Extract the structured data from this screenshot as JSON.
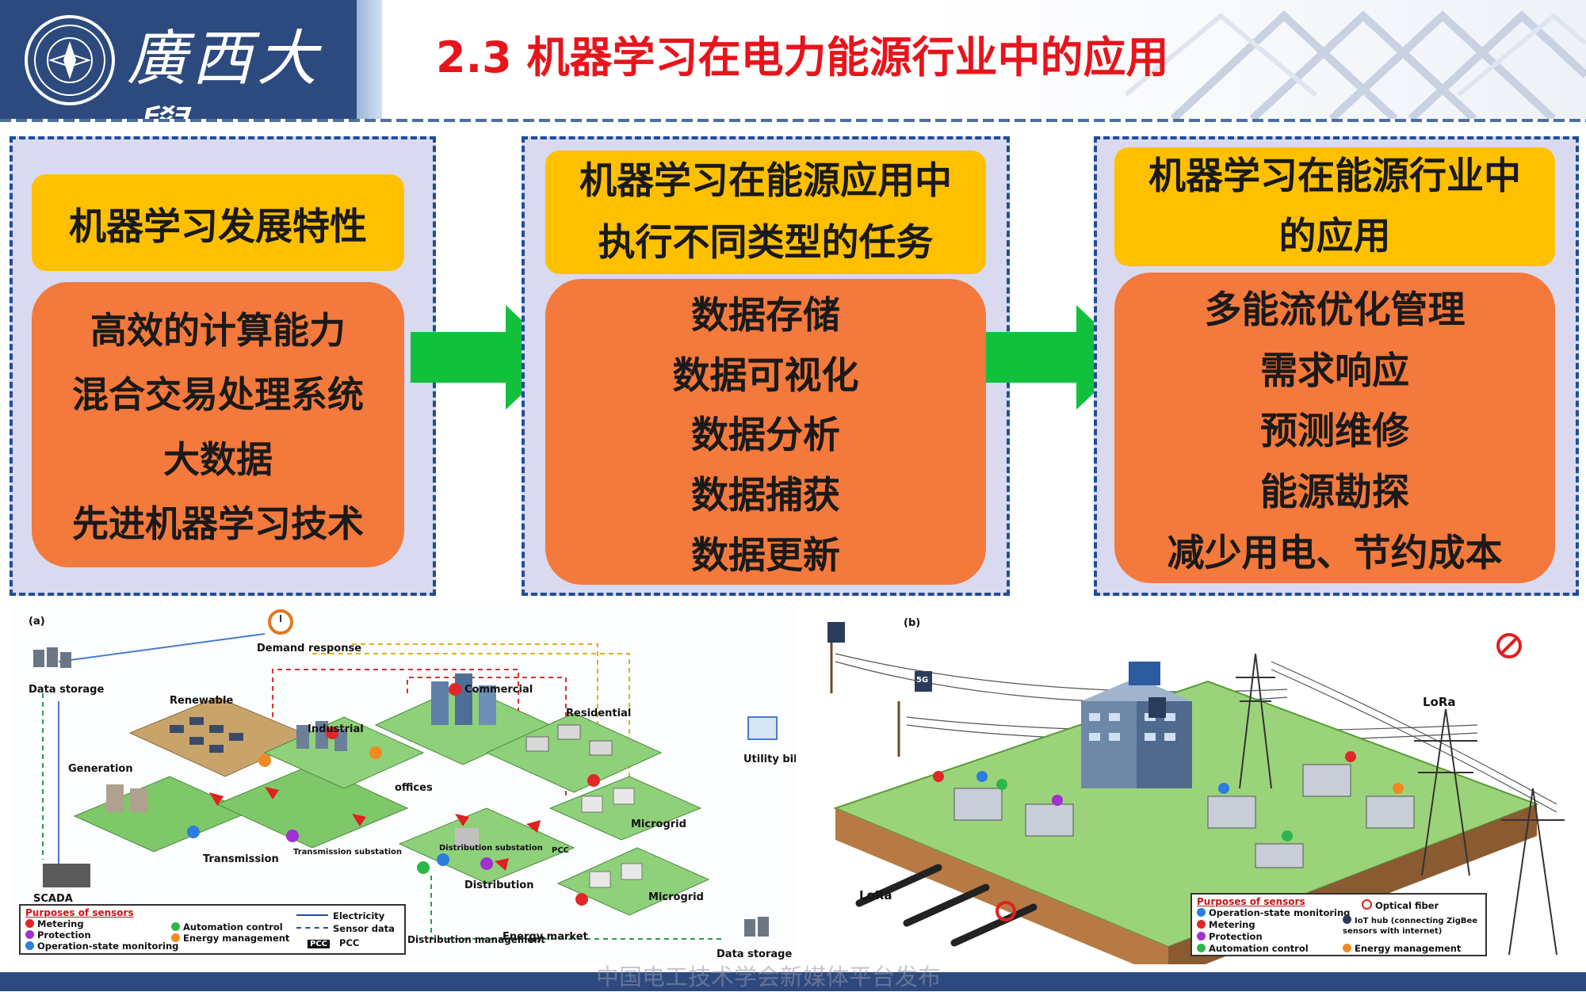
{
  "header": {
    "school_name": "廣西大學",
    "title": "2.3 机器学习在电力能源行业中的应用"
  },
  "panels": [
    {
      "header_lines": [
        "机器学习发展特性"
      ],
      "items": [
        "高效的计算能力",
        "混合交易处理系统",
        "大数据",
        "先进机器学习技术"
      ]
    },
    {
      "header_lines": [
        "机器学习在能源应用中",
        "执行不同类型的任务"
      ],
      "items": [
        "数据存储",
        "数据可视化",
        "数据分析",
        "数据捕获",
        "数据更新"
      ]
    },
    {
      "header_lines": [
        "机器学习在能源行业中",
        "的应用"
      ],
      "items": [
        "多能流优化管理",
        "需求响应",
        "预测维修",
        "能源勘探",
        "减少用电、节约成本"
      ]
    }
  ],
  "diagram_a": {
    "tag": "(a)",
    "labels": {
      "demand_response": "Demand response",
      "data_storage_top": "Data storage",
      "renewable": "Renewable",
      "commercial": "Commercial",
      "residential": "Residential",
      "industrial": "Industrial",
      "generation": "Generation",
      "offices": "offices",
      "utility_billing": "Utility billing",
      "microgrid_1": "Microgrid",
      "microgrid_2": "Microgrid",
      "transmission": "Transmission",
      "transmission_substation": "Transmission substation",
      "distribution_substation": "Distribution substation",
      "distribution": "Distribution",
      "scada": "SCADA",
      "distribution_management": "Distribution management",
      "energy_market": "Energy market",
      "data_storage_bottom": "Data storage",
      "pcc": "PCC"
    },
    "legend": {
      "title": "Purposes of sensors",
      "metering": "Metering",
      "protection": "Protection",
      "operation_state": "Operation-state monitoring",
      "automation": "Automation control",
      "energy_mgmt": "Energy management",
      "electricity": "Electricity",
      "sensor_data": "Sensor data",
      "pcc_box": "PCC",
      "pcc_text": "PCC"
    }
  },
  "diagram_b": {
    "tag": "(b)",
    "labels": {
      "lora_top": "LoRa",
      "lora_bottom": "LoRa",
      "g5": "5G"
    },
    "legend": {
      "title": "Purposes of sensors",
      "operation_state": "Operation-state monitoring",
      "metering": "Metering",
      "protection": "Protection",
      "automation": "Automation control",
      "optical_fiber": "Optical fiber",
      "iot_hub": "IoT hub (connecting ZigBee sensors with internet)",
      "energy_mgmt": "Energy management"
    }
  },
  "watermark": "中国电工技术学会新媒体平台发布",
  "colors": {
    "header_navy": "#2d4a7e",
    "title_red": "#e8141c",
    "panel_bg": "#d9d9f0",
    "panel_border": "#1f4e96",
    "yellow": "#ffc000",
    "orange": "#f4793c",
    "arrow_green": "#12c13b"
  }
}
